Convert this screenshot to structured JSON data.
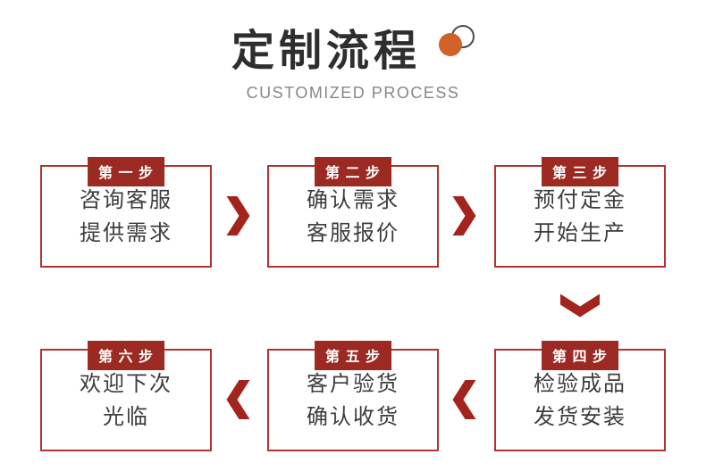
{
  "header": {
    "title": "定制流程",
    "subtitle": "CUSTOMIZED PROCESS"
  },
  "steps": [
    {
      "badge": "第 一 步",
      "lines": [
        "咨询客服",
        "提供需求"
      ]
    },
    {
      "badge": "第 二 步",
      "lines": [
        "确认需求",
        "客服报价"
      ]
    },
    {
      "badge": "第 三 步",
      "lines": [
        "预付定金",
        "开始生产"
      ]
    },
    {
      "badge": "第 四 步",
      "lines": [
        "检验成品",
        "发货安装"
      ]
    },
    {
      "badge": "第 五 步",
      "lines": [
        "客户验货",
        "确认收货"
      ]
    },
    {
      "badge": "第 六 步",
      "lines": [
        "欢迎下次",
        "光临"
      ]
    }
  ],
  "colors": {
    "badge_red": "#9c2a23",
    "border_red": "#b23330",
    "arrow_red": "#a3231d",
    "icon_orange": "#d2612a",
    "title_dark": "#2e2e2e",
    "subtitle_gray": "#878787",
    "body_text": "#3d3d3d"
  }
}
